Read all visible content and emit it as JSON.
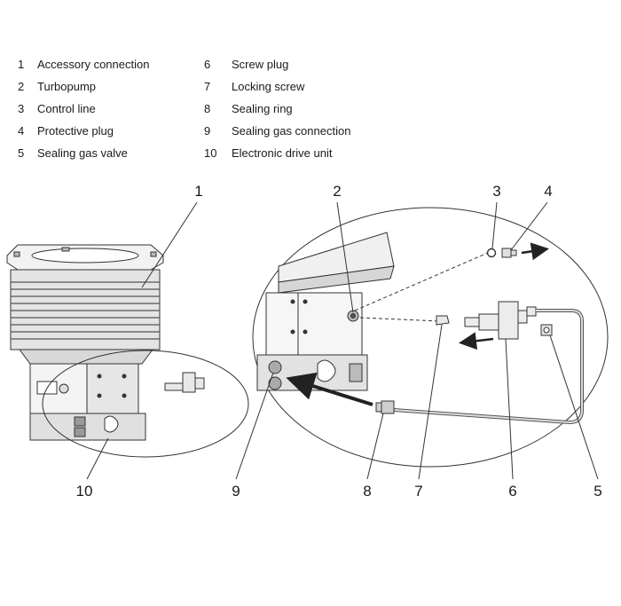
{
  "legend": [
    {
      "num": "1",
      "label": "Accessory connection"
    },
    {
      "num": "2",
      "label": "Turbopump"
    },
    {
      "num": "3",
      "label": "Control line"
    },
    {
      "num": "4",
      "label": "Protective plug"
    },
    {
      "num": "5",
      "label": "Sealing gas valve"
    },
    {
      "num": "6",
      "label": "Screw plug"
    },
    {
      "num": "7",
      "label": "Locking screw"
    },
    {
      "num": "8",
      "label": "Sealing ring"
    },
    {
      "num": "9",
      "label": "Sealing gas connection"
    },
    {
      "num": "10",
      "label": "Electronic drive unit"
    }
  ],
  "callouts": {
    "c1": "1",
    "c2": "2",
    "c3": "3",
    "c4": "4",
    "c5": "5",
    "c6": "6",
    "c7": "7",
    "c8": "8",
    "c9": "9",
    "c10": "10"
  },
  "colors": {
    "line": "#333333",
    "fill_light": "#eeeeee",
    "fill_mid": "#cfcfcf",
    "fill_dark": "#9a9a9a"
  }
}
